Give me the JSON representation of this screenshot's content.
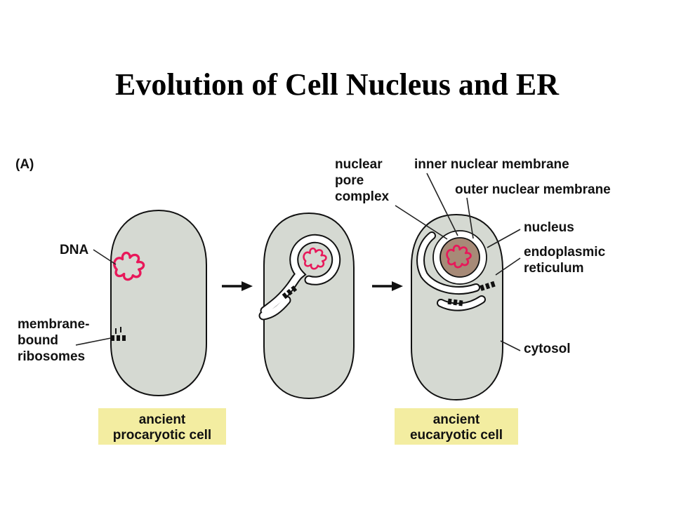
{
  "slide": {
    "title": "Evolution of Cell Nucleus and ER"
  },
  "diagram": {
    "panel_label": "(A)",
    "labels": {
      "dna": "DNA",
      "membrane_bound_ribosomes": [
        "membrane-",
        "bound",
        "ribosomes"
      ],
      "nuclear_pore_complex": [
        "nuclear",
        "pore",
        "complex"
      ],
      "inner_nuclear_membrane": "inner nuclear membrane",
      "outer_nuclear_membrane": "outer nuclear membrane",
      "nucleus": "nucleus",
      "endoplasmic_reticulum": [
        "endoplasmic",
        "reticulum"
      ],
      "cytosol": "cytosol"
    },
    "captions": {
      "procaryotic": [
        "ancient",
        "procaryotic cell"
      ],
      "eucaryotic": [
        "ancient",
        "eucaryotic cell"
      ]
    },
    "colors": {
      "cell_fill": "#d5d9d2",
      "dna_red": "#e8185a",
      "nucleus_fill": "#a78a77",
      "caption_bg": "#f3eda1"
    }
  }
}
